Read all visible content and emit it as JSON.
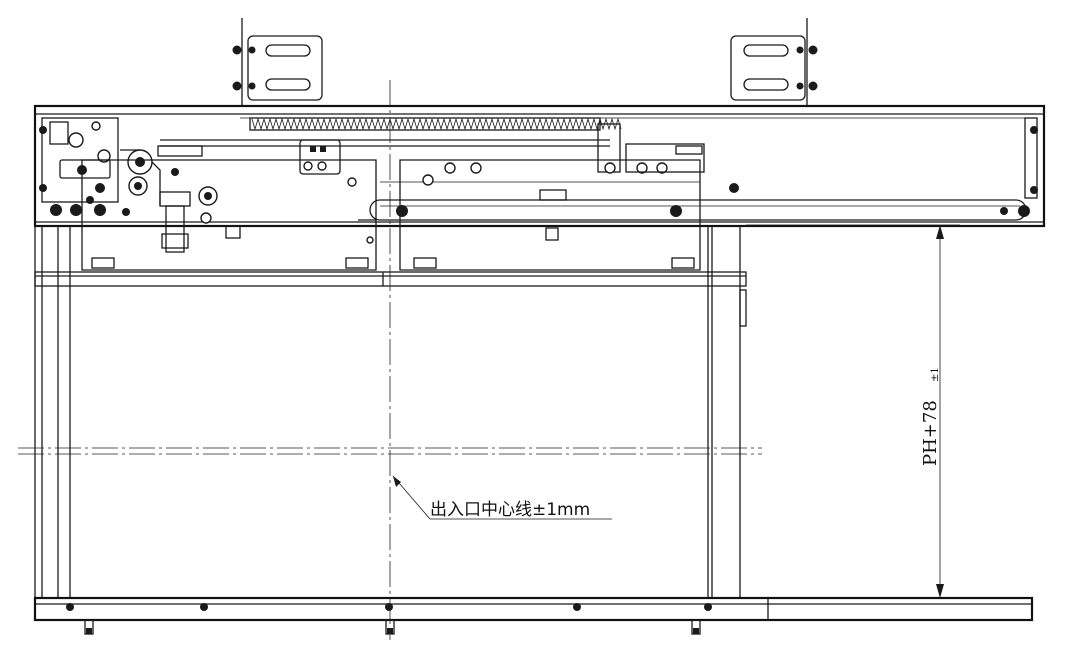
{
  "annotations": {
    "centerline_label": "出入口中心线±1mm",
    "dimension_label": "PH+78",
    "tolerance_label": "±1"
  }
}
